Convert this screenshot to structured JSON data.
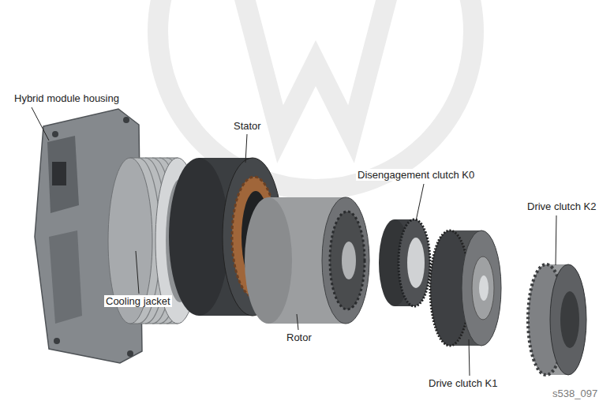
{
  "diagram": {
    "labels": [
      "Hybrid module housing",
      "Stator",
      "Disengagement clutch K0",
      "Drive clutch K2",
      "Cooling jacket",
      "Rotor",
      "Drive clutch K1",
      "s538_097"
    ]
  }
}
